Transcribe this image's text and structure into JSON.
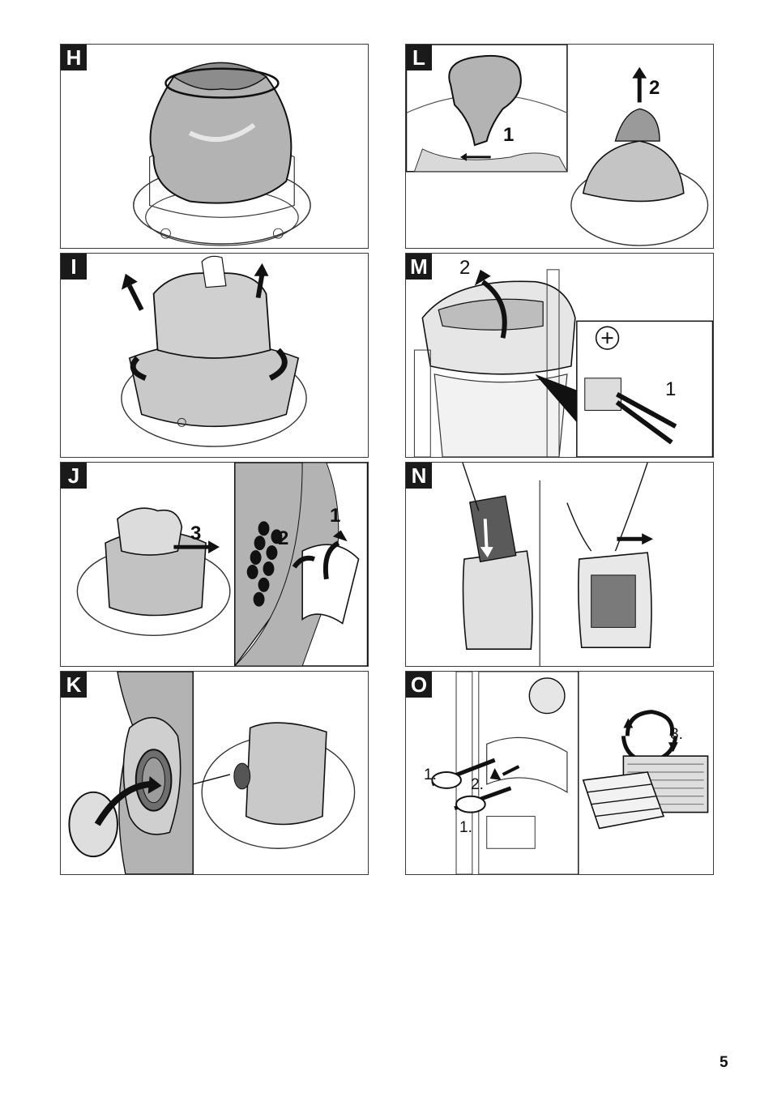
{
  "page_number": "5",
  "panels": {
    "H": {
      "label": "H"
    },
    "L": {
      "label": "L",
      "steps": [
        "1",
        "2"
      ]
    },
    "I": {
      "label": "I"
    },
    "M": {
      "label": "M",
      "steps": [
        "2",
        "1"
      ]
    },
    "J": {
      "label": "J",
      "steps": [
        "3",
        "2",
        "1"
      ]
    },
    "N": {
      "label": "N"
    },
    "K": {
      "label": "K"
    },
    "O": {
      "label": "O",
      "steps": [
        "1.",
        "2.",
        "1.",
        "3."
      ]
    }
  },
  "colors": {
    "ink": "#1a1a1a",
    "gray_fill": "#b3b3b3",
    "light_fill": "#d9d9d9"
  }
}
